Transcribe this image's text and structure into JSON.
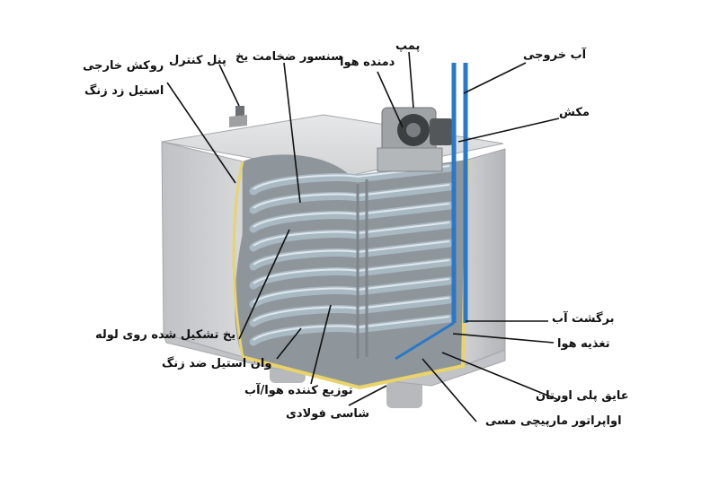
{
  "labels": {
    "outer_cover": "روکش خارجی",
    "control_panel": "پنل کنترل",
    "stainless_steel": "استیل زد زنگ",
    "ice_thickness_sensor": "سنسور ضخامت یخ",
    "pump": "پمپ",
    "air_blower": "دمنده هوا",
    "water_outlet": "آب خروجی",
    "suction": "مکش",
    "water_return": "برگشت آب",
    "air_supply": "تغذیه هوا",
    "ice_on_pipe": "یخ تشکیل شده روی لوله",
    "stainless_tank": "وان استیل ضد زنگ",
    "air_water_distributor": "توزیع کننده هوا/آب",
    "steel_chassis": "شاسی فولادی",
    "polyurethane_insulation": "عایق پلی اورتان",
    "copper_coil_evaporator": "اواپراتور مارپیچی مسی"
  },
  "colors": {
    "cabinet": "#c9cacc",
    "coil": "#a9b9c3",
    "insulation": "#e9d36a",
    "water_pipe": "#2a78c8"
  },
  "icons": {
    "pump_motor": "pump-motor-icon"
  }
}
